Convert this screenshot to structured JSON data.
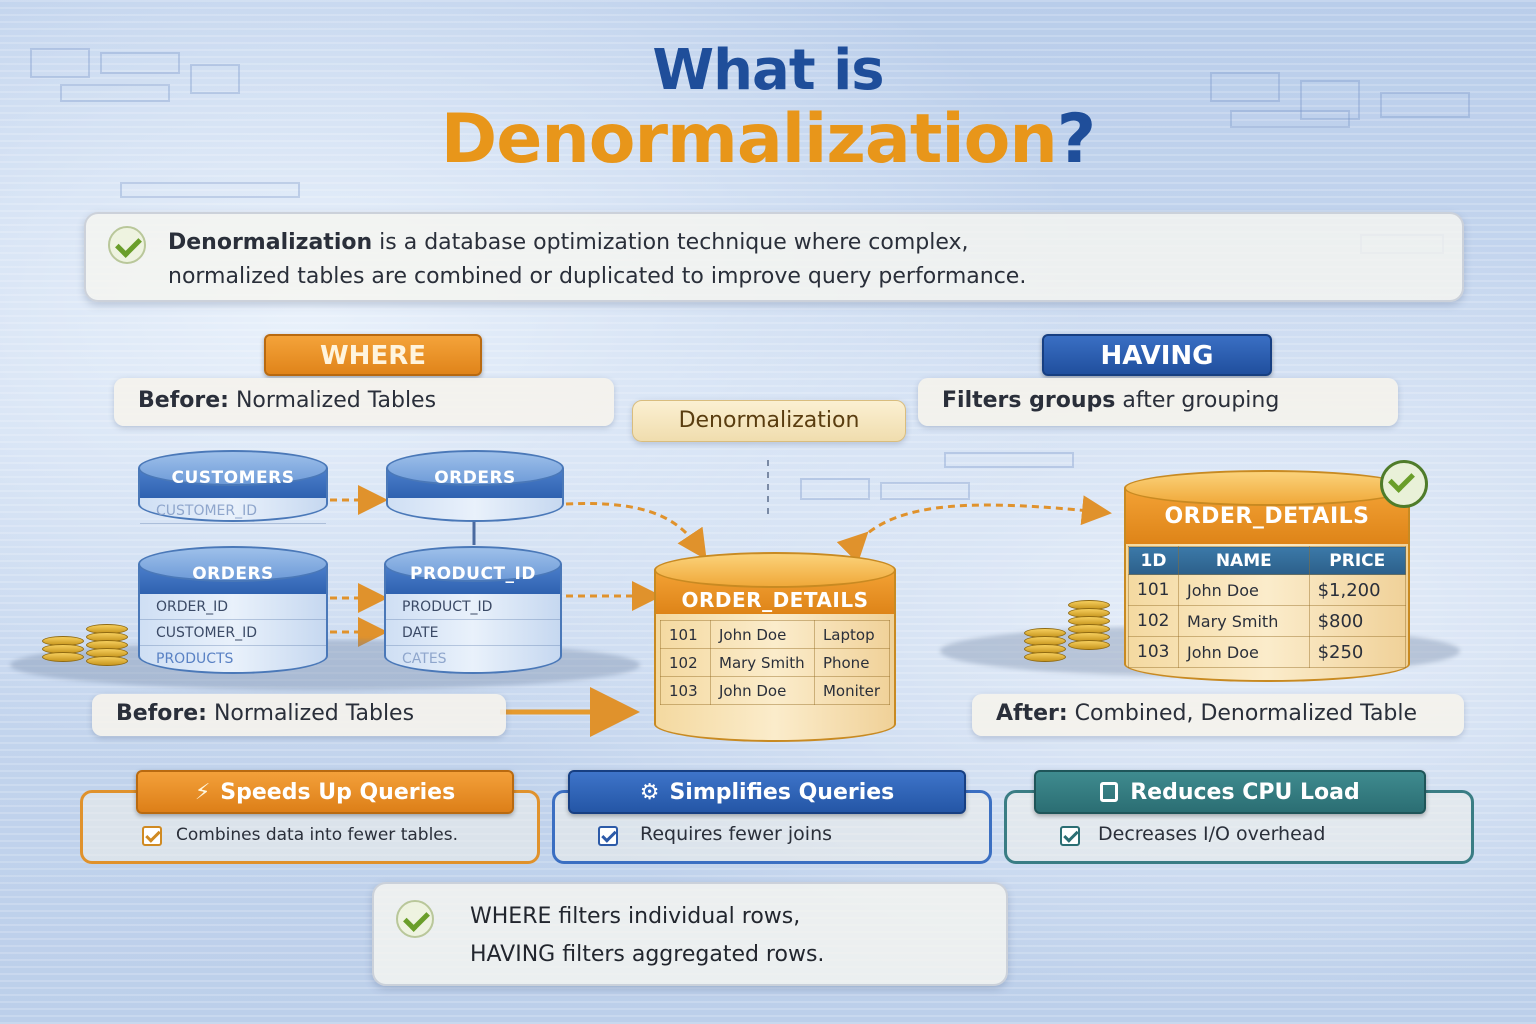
{
  "title": {
    "line1": "What is",
    "line2": "Denormalization",
    "line2_mark": "?"
  },
  "intro": {
    "term": "Denormalization",
    "rest1": " is a database optimization technique where complex,",
    "line2": "normalized tables are combined or duplicated to improve query performance."
  },
  "tags": {
    "where": "WHERE",
    "having": "HAVING"
  },
  "labels": {
    "before_top_bold": "Before:",
    "before_top_rest": " Normalized Tables",
    "having_bold": "Filters groups",
    "having_rest": " after grouping",
    "denormalization": "Denormalization",
    "before_bottom_bold": "Before:",
    "before_bottom_rest": " Normalized Tables",
    "after_bold": "After:",
    "after_rest": " Combined, Denormalized Table"
  },
  "tables": {
    "customers": {
      "title": "CUSTOMERS",
      "rows": [
        "CUSTOMER_ID"
      ]
    },
    "orders_top": {
      "title": "ORDERS"
    },
    "orders": {
      "title": "ORDERS",
      "rows": [
        "ORDER_ID",
        "CUSTOMER_ID",
        "PRODUCTS"
      ]
    },
    "product": {
      "title": "PRODUCT_ID",
      "rows": [
        "PRODUCT_ID",
        "DATE",
        "CATES"
      ]
    },
    "order_details_mid": {
      "title": "ORDER_DETAILS",
      "rows": [
        {
          "id": "101",
          "name": "John Doe",
          "item": "Laptop"
        },
        {
          "id": "102",
          "name": "Mary Smith",
          "item": "Phone"
        },
        {
          "id": "103",
          "name": "John Doe",
          "item": "Moniter"
        }
      ]
    },
    "order_details_right": {
      "title": "ORDER_DETAILS",
      "headers": [
        "1D",
        "NAME",
        "PRICE"
      ],
      "rows": [
        {
          "id": "101",
          "name": "John Doe",
          "price": "$1,200"
        },
        {
          "id": "102",
          "name": "Mary Smith",
          "price": "$800"
        },
        {
          "id": "103",
          "name": "John Doe",
          "price": "$250"
        }
      ]
    }
  },
  "features": [
    {
      "title": "Speeds Up Queries",
      "icon": "lightning-icon",
      "text": "Combines data into fewer tables."
    },
    {
      "title": "Simplifies Queries",
      "icon": "gears-icon",
      "text": "Requires fewer joins"
    },
    {
      "title": "Reduces CPU Load",
      "icon": "cpu-chip-icon",
      "text": "Decreases I/O overhead"
    }
  ],
  "bottom": {
    "l1_kw": "WHERE",
    "l1_rest": " filters individual rows,",
    "l2_kw": "HAVING",
    "l2_rest": " filters aggregated rows."
  },
  "colors": {
    "blue": "#1f4e9a",
    "orange": "#e8961a",
    "teal": "#2b6e73"
  }
}
